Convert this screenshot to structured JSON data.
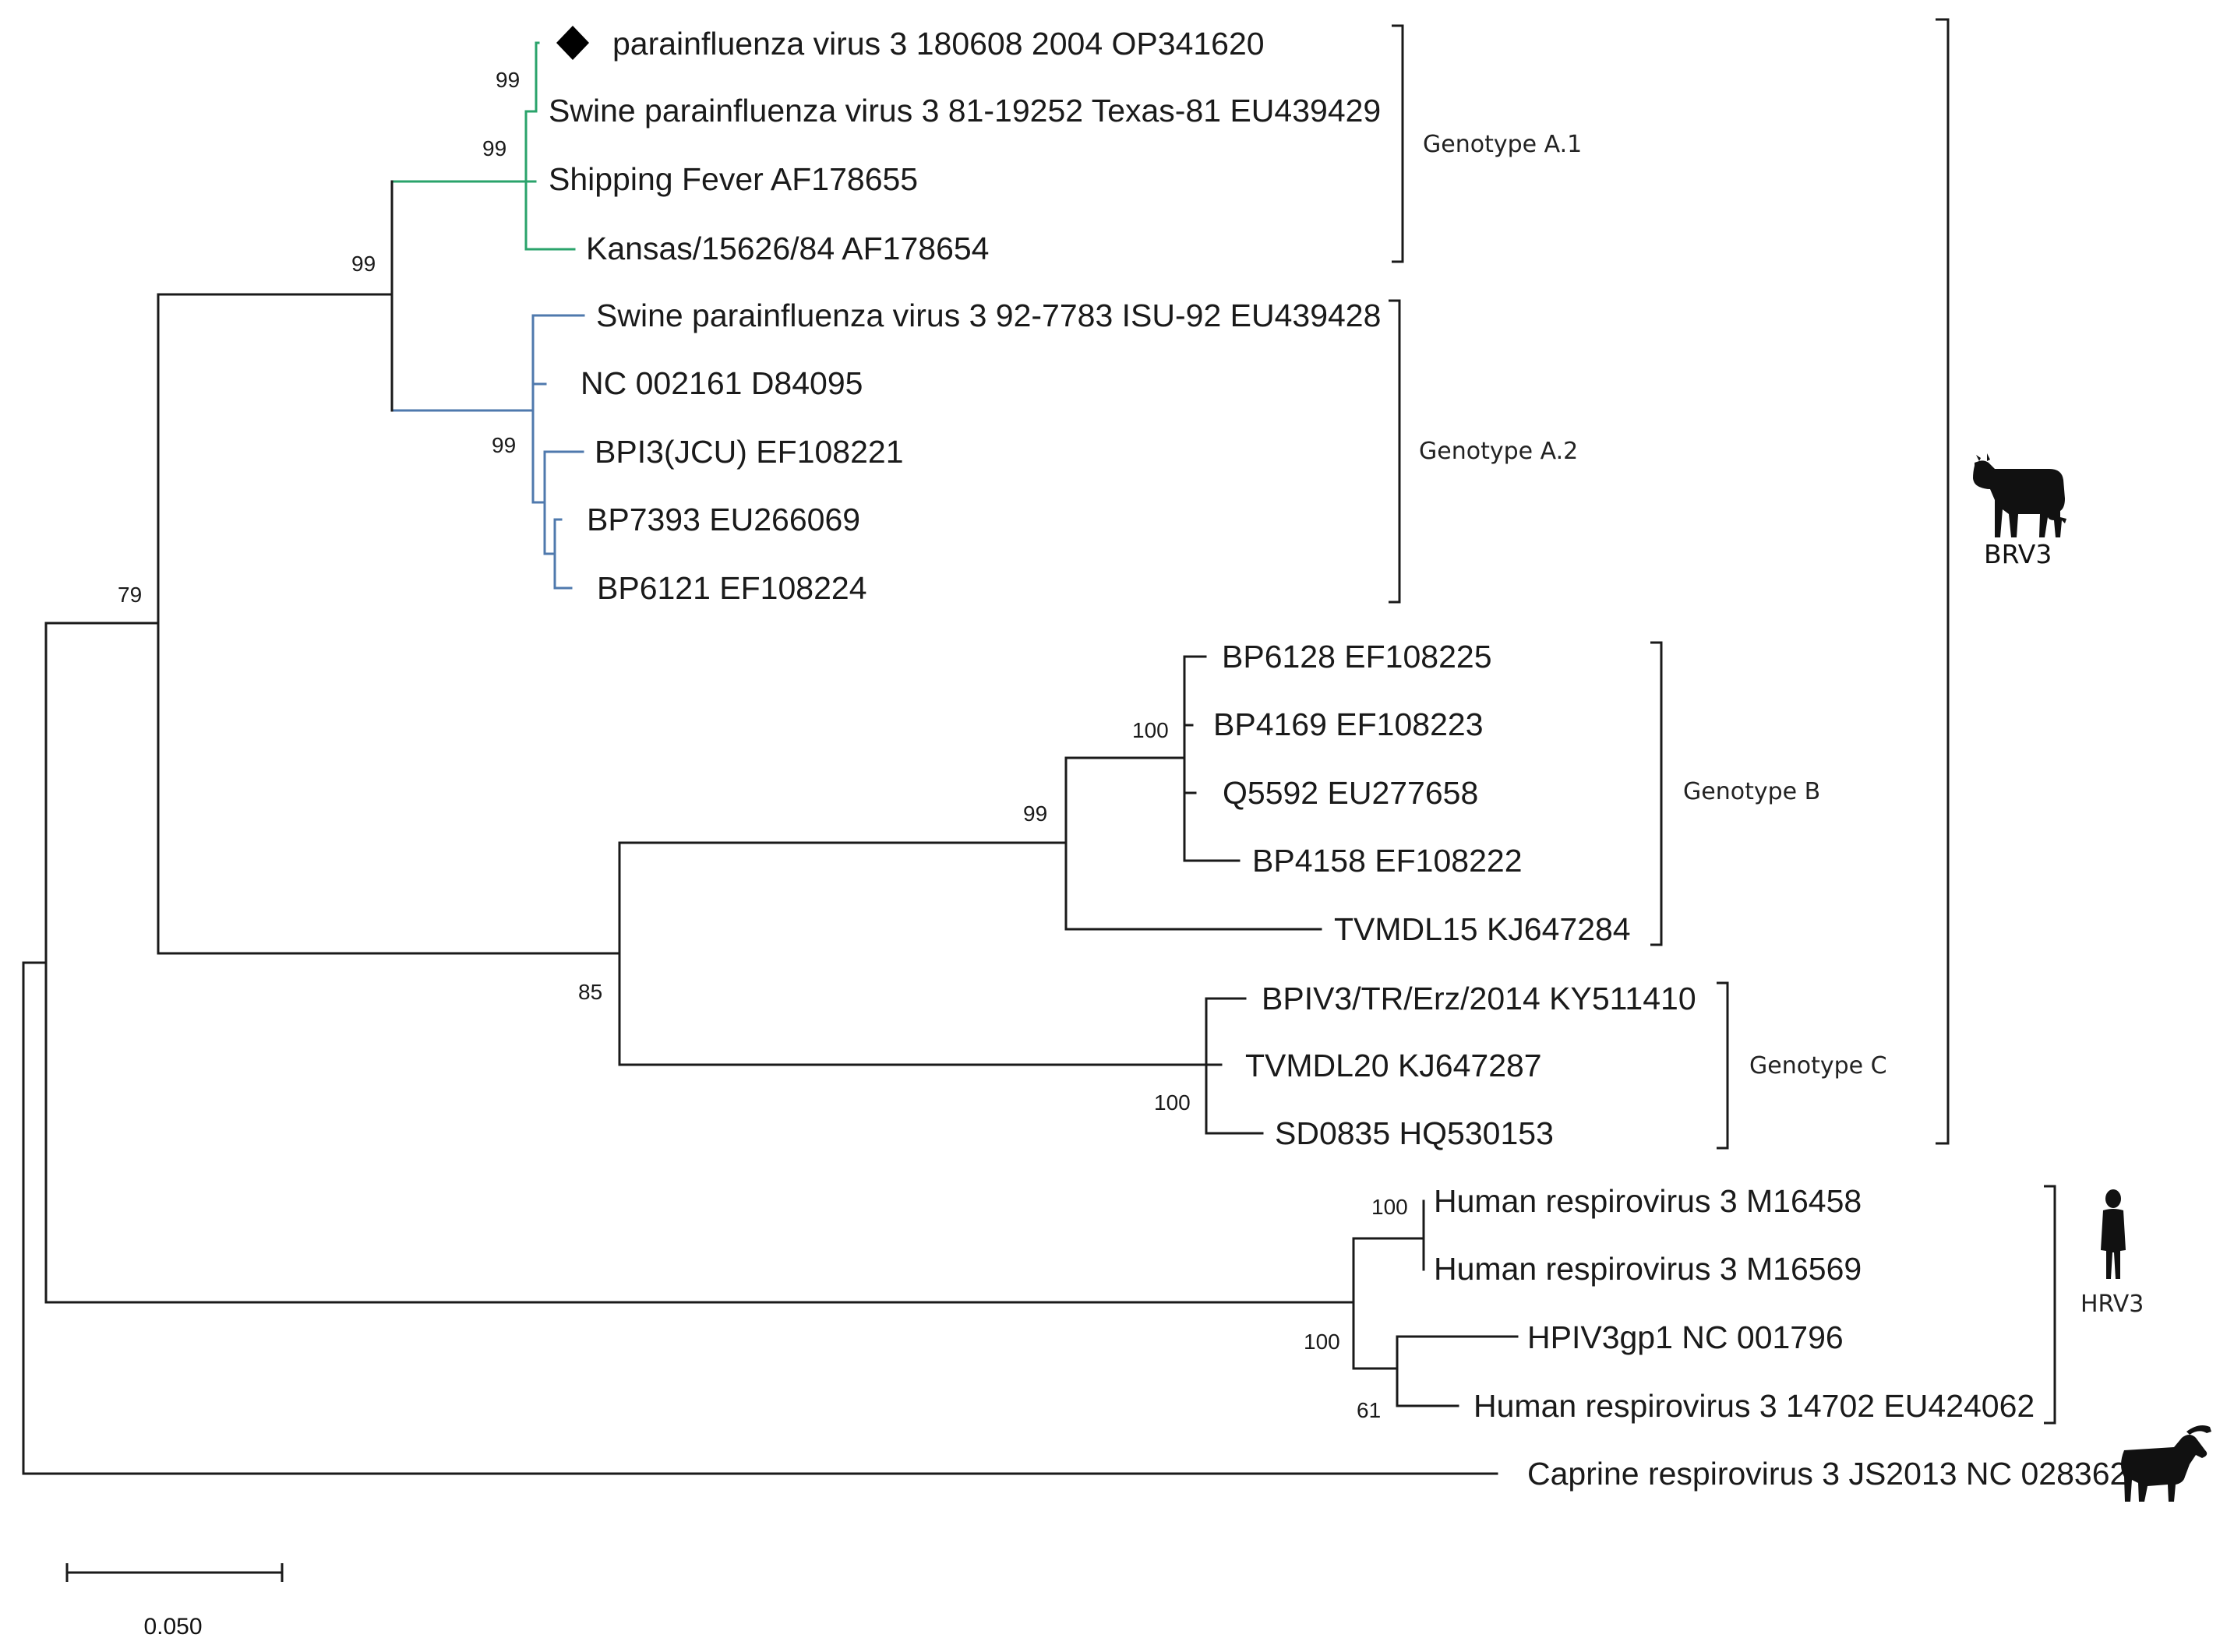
{
  "taxa": [
    {
      "id": "t1",
      "label": "parainfluenza virus 3 180608 2004 OP341620"
    },
    {
      "id": "t2",
      "label": "Swine parainfluenza virus 3 81-19252 Texas-81 EU439429"
    },
    {
      "id": "t3",
      "label": "Shipping Fever AF178655"
    },
    {
      "id": "t4",
      "label": "Kansas/15626/84 AF178654"
    },
    {
      "id": "t5",
      "label": "Swine parainfluenza virus 3 92-7783 ISU-92 EU439428"
    },
    {
      "id": "t6",
      "label": "NC 002161 D84095"
    },
    {
      "id": "t7",
      "label": "BPI3(JCU) EF108221"
    },
    {
      "id": "t8",
      "label": "BP7393 EU266069"
    },
    {
      "id": "t9",
      "label": "BP6121 EF108224"
    },
    {
      "id": "t10",
      "label": "BP6128 EF108225"
    },
    {
      "id": "t11",
      "label": "BP4169 EF108223"
    },
    {
      "id": "t12",
      "label": "Q5592 EU277658"
    },
    {
      "id": "t13",
      "label": "BP4158 EF108222"
    },
    {
      "id": "t14",
      "label": "TVMDL15 KJ647284"
    },
    {
      "id": "t15",
      "label": "BPIV3/TR/Erz/2014 KY511410"
    },
    {
      "id": "t16",
      "label": "TVMDL20 KJ647287"
    },
    {
      "id": "t17",
      "label": "SD0835 HQ530153"
    },
    {
      "id": "t18",
      "label": "Human respirovirus 3 M16458"
    },
    {
      "id": "t19",
      "label": "Human respirovirus 3 M16569"
    },
    {
      "id": "t20",
      "label": "HPIV3gp1 NC 001796"
    },
    {
      "id": "t21",
      "label": "Human respirovirus 3 14702 EU424062"
    },
    {
      "id": "t22",
      "label": "Caprine respirovirus 3 JS2013 NC 028362"
    }
  ],
  "bootstrap": {
    "a1_inner": "99",
    "a1": "99",
    "genotype_a": "99",
    "a2": "99",
    "brv3_a_b": "79",
    "b_inner": "100",
    "genotype_b": "99",
    "b_c": "85",
    "genotype_c": "100",
    "hrv3_inner": "100",
    "hrv3": "100",
    "hrv3_lower": "61"
  },
  "groups": {
    "genotype_a1": "Genotype A.1",
    "genotype_a2": "Genotype A.2",
    "genotype_b": "Genotype B",
    "genotype_c": "Genotype C",
    "brv3": "BRV3",
    "hrv3": "HRV3"
  },
  "scale_bar": {
    "label": "0.050",
    "value": 0.05
  },
  "colors": {
    "genotype_a1_branch": "#2aa36b",
    "genotype_a2_branch": "#4f79ad",
    "default_branch": "#1a1a1a"
  },
  "icons": {
    "query": "diamond-marker-icon",
    "brv3": "cow-icon",
    "hrv3": "human-icon",
    "goat": "goat-icon"
  }
}
